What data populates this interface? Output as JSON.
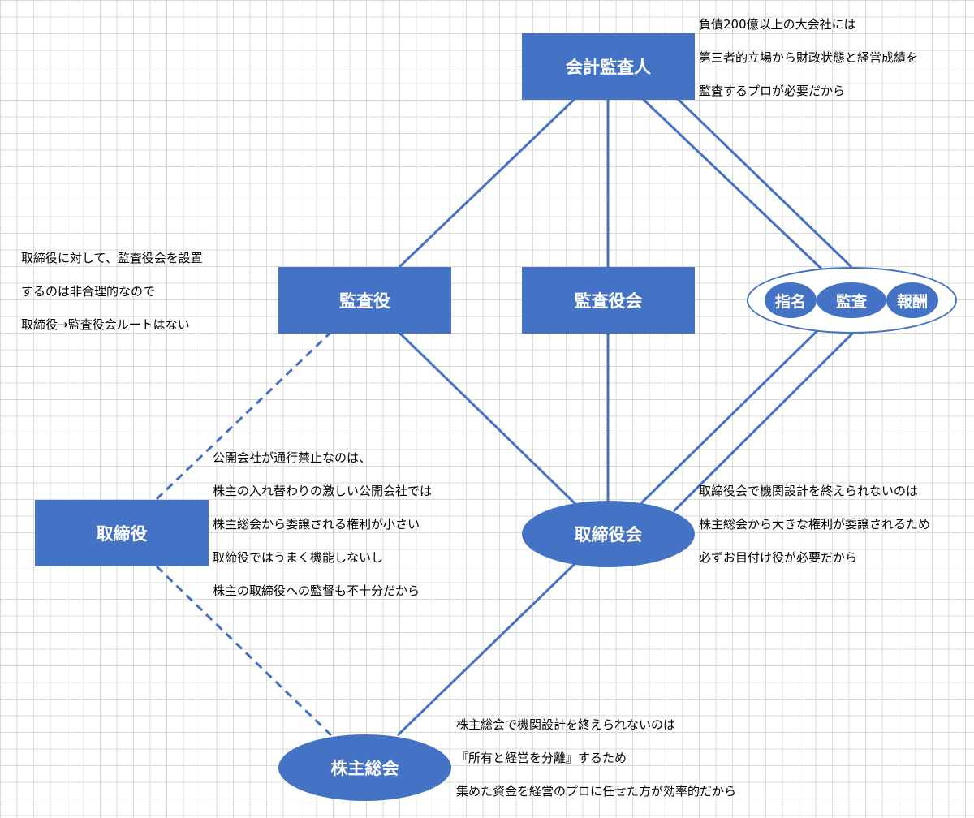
{
  "colors": {
    "node": "#4472c4",
    "line": "#4472c4",
    "text_on_node": "#ffffff"
  },
  "nodes": {
    "accounting_auditor": "会計監査人",
    "auditor": "監査役",
    "audit_board": "監査役会",
    "committees": {
      "nomination": "指名",
      "audit": "監査",
      "compensation": "報酬"
    },
    "director": "取締役",
    "board_of_directors": "取締役会",
    "shareholders_meeting": "株主総会"
  },
  "notes": {
    "accounting_auditor": [
      "負債200億以上の大会社には",
      "第三者的立場から財政状態と経営成績を",
      "監査するプロが必要だから"
    ],
    "auditor": [
      "取締役に対して、監査役会を設置",
      "するのは非合理的なので",
      "取締役→監査役会ルートはない"
    ],
    "public_company": [
      "公開会社が通行禁止なのは、",
      "株主の入れ替わりの激しい公開会社では",
      "株主総会から委譲される権利が小さい",
      "取締役ではうまく機能しないし",
      "株主の取締役への監督も不十分だから"
    ],
    "board": [
      "取締役会で機関設計を終えられないのは",
      "株主総会から大きな権利が委譲されるため",
      "必ずお目付け役が必要だから"
    ],
    "shareholders": [
      "株主総会で機関設計を終えられないのは",
      "『所有と経営を分離』するため",
      "集めた資金を経営のプロに任せた方が効率的だから"
    ]
  }
}
